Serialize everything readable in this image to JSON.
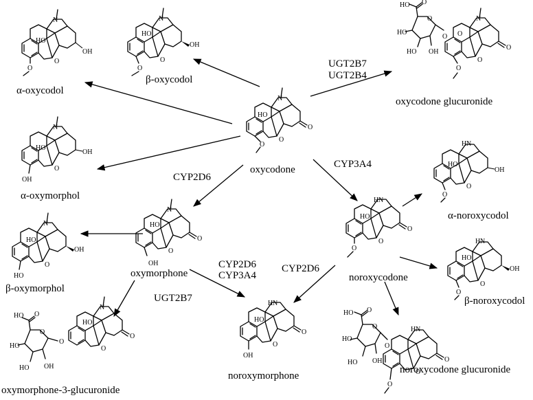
{
  "compounds": {
    "oxycodone": "oxycodone",
    "alpha_oxycodol": "α-oxycodol",
    "beta_oxycodol": "β-oxycodol",
    "oxycodone_glucuronide": "oxycodone glucuronide",
    "alpha_oxymorphol": "α-oxymorphol",
    "beta_oxymorphol": "β-oxymorphol",
    "oxymorphone": "oxymorphone",
    "oxymorphone_3_glucuronide": "oxymorphone-3-glucuronide",
    "noroxymorphone": "noroxymorphone",
    "noroxycodone": "noroxycodone",
    "alpha_noroxycodol": "α-noroxycodol",
    "beta_noroxycodol": "β-noroxycodol",
    "noroxycodone_glucuronide": "noroxycodone glucuronide"
  },
  "enzymes": {
    "ugt2b7": "UGT2B7",
    "ugt2b4": "UGT2B4",
    "cyp3a4": "CYP3A4",
    "cyp2d6": "CYP2D6",
    "cyp2d6_b": "CYP2D6",
    "cyp3a4_b": "CYP3A4",
    "cyp2d6_c": "CYP2D6",
    "ugt2b7_b": "UGT2B7"
  },
  "atoms": {
    "ho": "HO",
    "oh": "OH",
    "o": "O",
    "n": "N",
    "h": "H"
  }
}
